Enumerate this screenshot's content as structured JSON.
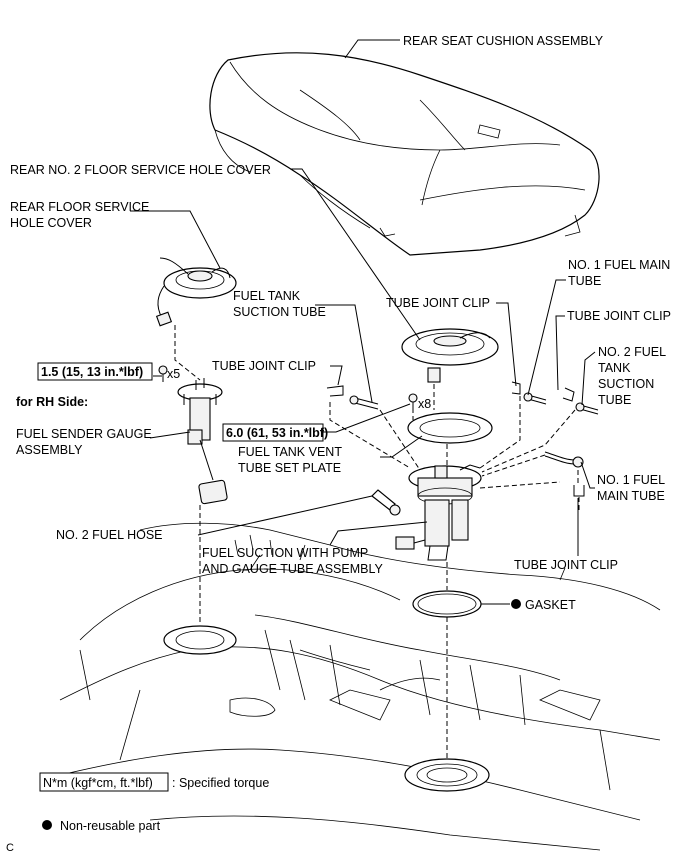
{
  "labels": {
    "rear_seat_cushion": "REAR SEAT CUSHION ASSEMBLY",
    "rear_no2_floor_cover": "REAR NO. 2 FLOOR SERVICE HOLE COVER",
    "rear_floor_cover_l1": "REAR FLOOR SERVICE",
    "rear_floor_cover_l2": "HOLE COVER",
    "no1_fuel_main_tube_top_l1": "NO. 1 FUEL MAIN",
    "no1_fuel_main_tube_top_l2": "TUBE",
    "fuel_tank_suction_l1": "FUEL TANK",
    "fuel_tank_suction_l2": "SUCTION TUBE",
    "tube_joint_clip_center": "TUBE JOINT CLIP",
    "tube_joint_clip_right": "TUBE JOINT CLIP",
    "no2_fuel_tank_suction_l1": "NO. 2 FUEL",
    "no2_fuel_tank_suction_l2": "TANK",
    "no2_fuel_tank_suction_l3": "SUCTION",
    "no2_fuel_tank_suction_l4": "TUBE",
    "tube_joint_clip_left": "TUBE JOINT CLIP",
    "torque_1": "1.5 (15, 13 in.*lbf)",
    "qty_x5": "x5",
    "for_rh_side": "for RH Side:",
    "fuel_sender_l1": "FUEL SENDER GAUGE",
    "fuel_sender_l2": "ASSEMBLY",
    "torque_2": "6.0 (61, 53 in.*lbf)",
    "qty_x8": "x8",
    "vent_plate_l1": "FUEL TANK VENT",
    "vent_plate_l2": "TUBE SET PLATE",
    "no1_fuel_main_tube_r_l1": "NO. 1 FUEL",
    "no1_fuel_main_tube_r_l2": "MAIN TUBE",
    "no2_fuel_hose": "NO. 2 FUEL HOSE",
    "suction_pump_l1": "FUEL SUCTION WITH PUMP",
    "suction_pump_l2": "AND GAUGE TUBE ASSEMBLY",
    "tube_joint_clip_bottom": "TUBE JOINT CLIP",
    "gasket": "GASKET",
    "legend_torque_box": "N*m (kgf*cm, ft.*lbf)",
    "legend_torque_desc": ": Specified torque",
    "legend_nonreusable": "Non-reusable part",
    "corner_mark": "C"
  }
}
